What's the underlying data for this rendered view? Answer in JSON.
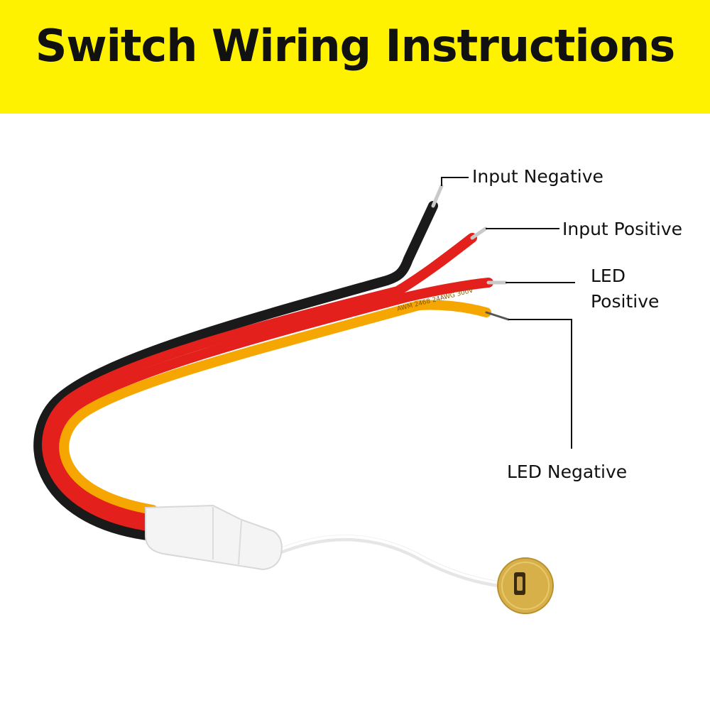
{
  "header": {
    "title": "Switch Wiring Instructions"
  },
  "labels": {
    "input_negative": "Input Negative",
    "input_positive": "Input Positive",
    "led_positive_line1": "LED",
    "led_positive_line2": "Positive",
    "led_negative": "LED Negative"
  },
  "cable_print": "AWM 2468 24AWG 300V",
  "colors": {
    "banner": "#fff200",
    "wire_black": "#1a1a1a",
    "wire_red": "#e3201b",
    "wire_yellow": "#f5a600",
    "module": "#f4f4f4",
    "touch_pad": "#d7b04a"
  },
  "icons": {
    "module": "switch-module-icon",
    "pad": "touch-pad-icon"
  }
}
